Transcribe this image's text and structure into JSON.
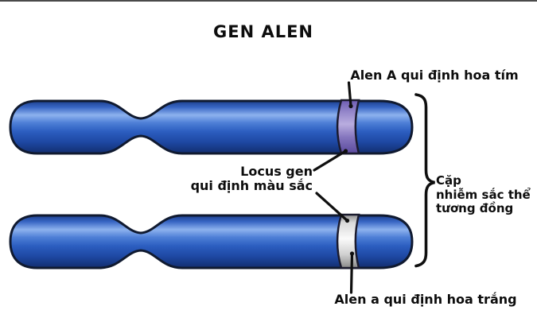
{
  "title": "GEN ALEN",
  "labels": {
    "allele_A": "Alen A qui định hoa tím",
    "locus_line1": "Locus gen",
    "locus_line2": "qui định màu sắc",
    "pair_line1": "Cặp",
    "pair_line2": "nhiễm sắc thể",
    "pair_line3": "tương đồng",
    "allele_a": "Alen a qui định hoa trắng"
  },
  "diagram": {
    "type": "homologous-chromosome-pair",
    "chromosomes": [
      {
        "name": "chromosome-top",
        "band": "purple",
        "band_meaning": "Alen A qui định hoa tím"
      },
      {
        "name": "chromosome-bottom",
        "band": "white",
        "band_meaning": "Alen a qui định hoa trắng"
      }
    ],
    "shared_band_meaning": "Locus gen qui định màu sắc",
    "bracket_meaning": "Cặp nhiễm sắc thể tương đồng"
  },
  "colors": {
    "background": "#ffffff",
    "text": "#0d0d0d",
    "outline": "#101a30",
    "chromosome_blue_mid": "#2c5ec0",
    "chromosome_blue_highlight": "#8db2ee",
    "chromosome_blue_dark": "#122e6f",
    "allele_A_band_light": "#b9addf",
    "allele_A_band_dark": "#5b4a9e",
    "allele_a_band_light": "#fafafa",
    "allele_a_band_dark": "#8a8a8a"
  }
}
